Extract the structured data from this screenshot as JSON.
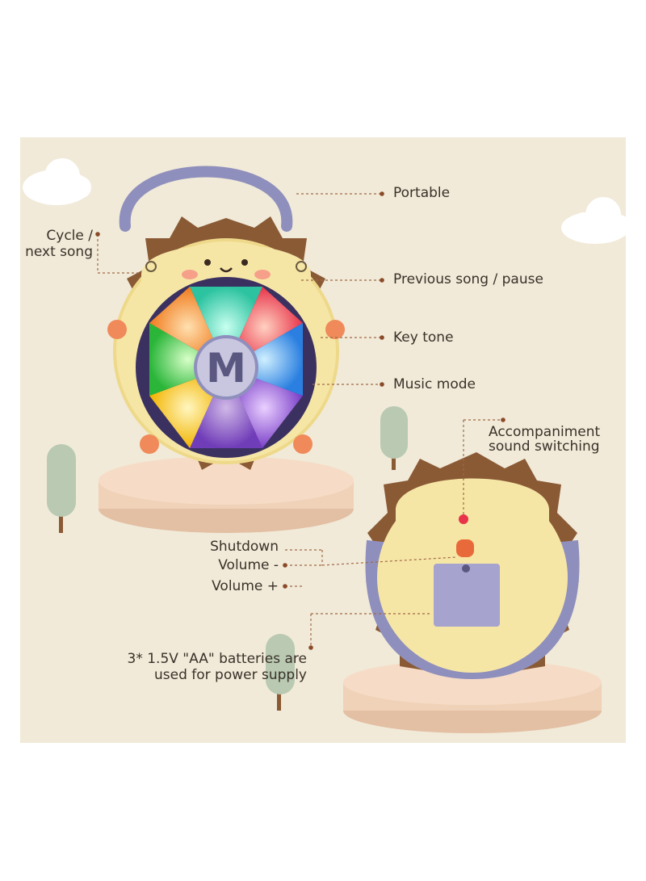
{
  "labels": {
    "portable": "Portable",
    "cycle_line1": "Cycle /",
    "cycle_line2": "next song",
    "previous": "Previous song / pause",
    "key_tone": "Key tone",
    "music_mode": "Music mode",
    "accomp_line1": "Accompaniment",
    "accomp_line2": "sound switching",
    "shutdown": "Shutdown",
    "volume_minus": "Volume -",
    "volume_plus": "Volume +",
    "battery_line1": "3* 1.5V \"AA\" batteries are",
    "battery_line2": "used for power supply"
  },
  "center_button": "M",
  "colors": {
    "background": "#f1ead9",
    "fur": "#8a5a35",
    "face": "#f6e6a6",
    "handle": "#8f8fbd",
    "pedestal": "#f0d2b8",
    "leader": "#a06a45"
  }
}
